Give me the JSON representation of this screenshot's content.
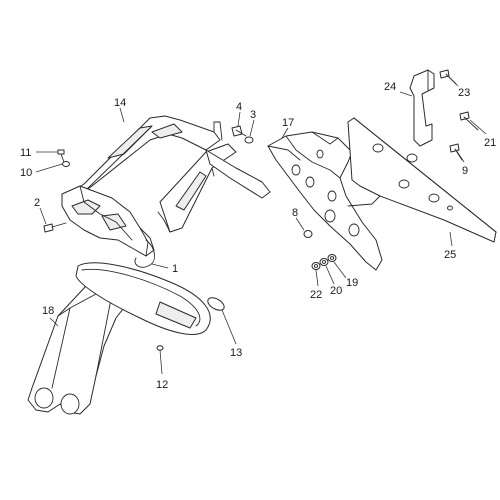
{
  "diagram": {
    "labels": {
      "p1": "1",
      "p2": "2",
      "p3": "3",
      "p4": "4",
      "p8": "8",
      "p9": "9",
      "p10": "10",
      "p11": "11",
      "p12": "12",
      "p13": "13",
      "p14": "14",
      "p17": "17",
      "p18": "18",
      "p19": "19",
      "p20": "20",
      "p21": "21",
      "p22": "22",
      "p23": "23",
      "p24": "24",
      "p25": "25"
    }
  }
}
